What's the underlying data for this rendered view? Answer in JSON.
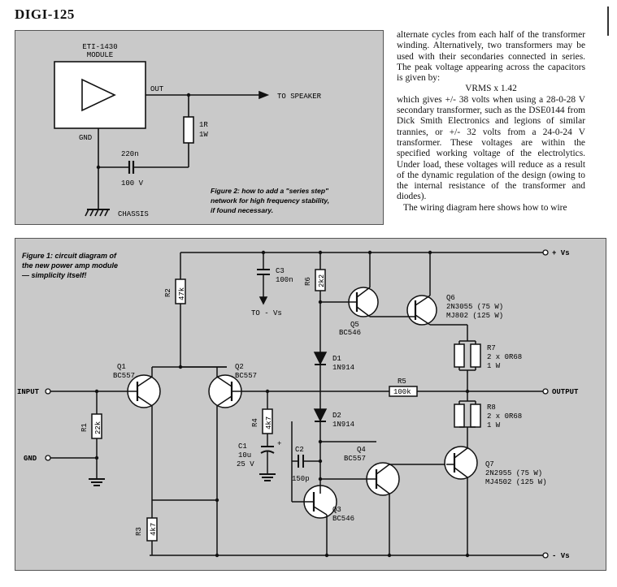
{
  "header": {
    "title": "DIGI-125"
  },
  "article": {
    "p1": "alternate cycles from each half of the transformer winding. Alternatively, two transformers may be used with their secondaries connected in series. The peak voltage appearing across the capacitors is given by:",
    "formula": "VRMS x 1.42",
    "p2": "which gives +/- 38 volts when using a 28-0-28 V secondary transformer, such as the DSE0144 from Dick Smith Electronics and legions of similar trannies, or +/- 32 volts from a 24-0-24 V transformer. These voltages are within the specified working voltage of the electrolytics. Under load, these voltages will reduce as a result of the dynamic regulation of the design (owing to the internal resistance of the transformer and diodes).",
    "p3": "The wiring diagram here shows how to wire"
  },
  "fig2": {
    "module_line1": "ETI-1430",
    "module_line2": "MODULE",
    "out": "OUT",
    "gnd": "GND",
    "to_speaker": "TO SPEAKER",
    "r_value": "1R",
    "r_power": "1W",
    "c_value": "220n",
    "c_voltage": "100 V",
    "chassis": "CHASSIS",
    "caption_line1": "Figure 2: how to add a \"series step\"",
    "caption_line2": "network for high frequency stability,",
    "caption_line3": "if found necessary."
  },
  "fig1": {
    "caption_line1": "Figure 1: circuit diagram of",
    "caption_line2": "the new power amp module",
    "caption_line3": "— simplicity itself!",
    "vs_pos": "+ Vs",
    "vs_neg": "- Vs",
    "input": "INPUT",
    "gnd": "GND",
    "output": "OUTPUT",
    "to_vs": "TO - Vs",
    "c3_name": "C3",
    "c3_val": "100n",
    "r2_name": "R2",
    "r2_val": "47k",
    "r6_name": "R6",
    "r6_val": "2k2",
    "q1_name": "Q1",
    "q1_type": "BC557",
    "q2_name": "Q2",
    "q2_type": "BC557",
    "q5_name": "Q5",
    "q5_type": "BC546",
    "q6_name": "Q6",
    "q6_l1": "2N3055 (75 W)",
    "q6_l2": "MJ802 (125 W)",
    "r7_name": "R7",
    "r7_l1": "2 x 0R68",
    "r7_l2": "1 W",
    "d1_name": "D1",
    "d1_type": "1N914",
    "d2_name": "D2",
    "d2_type": "1N914",
    "r5_name": "R5",
    "r5_val": "100k",
    "r1_name": "R1",
    "r1_val": "22k",
    "r4_name": "R4",
    "r4_val": "4k7",
    "c1_name": "C1",
    "c1_val": "10u",
    "c1_volt": "25 V",
    "c2_name": "C2",
    "c2_val": "150p",
    "r8_name": "R8",
    "r8_l1": "2 x 0R68",
    "r8_l2": "1 W",
    "q4_name": "Q4",
    "q4_type": "BC557",
    "q7_name": "Q7",
    "q7_l1": "2N2955 (75 W)",
    "q7_l2": "MJ4502 (125 W)",
    "q3_name": "Q3",
    "q3_type": "BC546",
    "r3_name": "R3",
    "r3_val": "4k7"
  }
}
